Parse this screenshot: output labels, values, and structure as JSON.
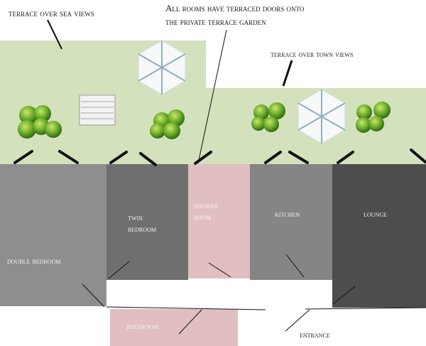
{
  "annotations": {
    "sea_terrace": "terrace over sea views",
    "all_rooms": "All rooms have terraced doors onto",
    "all_rooms_2": "the private terrace garden",
    "town_terrace": "terrace over town views",
    "entrance": "entrance"
  },
  "rooms": {
    "double_bedroom": "double bedroom",
    "twin_bedroom_1": "twin",
    "twin_bedroom_2": "bedroom",
    "shower_room_1": "shower",
    "shower_room_2": "room",
    "kitchen": "kitchen",
    "lounge": "lounge",
    "bathroom": "bathroom"
  },
  "colors": {
    "terrace": "#d3e1bd",
    "double_bedroom": "#8e8e8e",
    "twin_bedroom": "#6f6f6f",
    "shower_room": "#e1bfc1",
    "kitchen": "#858585",
    "lounge": "#4d4d4d",
    "bathroom": "#e1bfc1"
  }
}
